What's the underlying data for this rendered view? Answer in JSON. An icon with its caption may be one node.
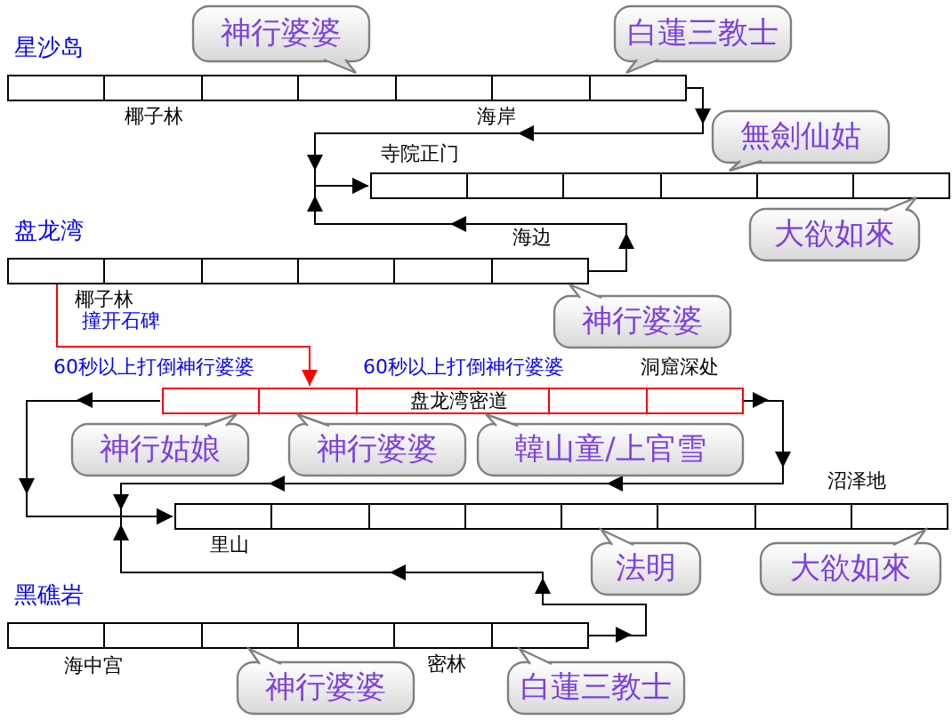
{
  "diagram": {
    "nodes": [
      {
        "text": [],
        "shape": "bar",
        "beside": [
          "星沙岛"
        ]
      },
      {
        "text": [
          "神行婆婆"
        ]
      },
      {
        "text": [
          "白蓮三教士"
        ]
      },
      {
        "text": [
          "無劍仙姑"
        ]
      },
      {
        "text": [],
        "shape": "bar"
      },
      {
        "text": [
          "大欲如來"
        ]
      },
      {
        "text": [],
        "shape": "bar",
        "beside": [
          "盘龙湾"
        ]
      },
      {
        "text": [
          "神行婆婆"
        ]
      },
      {
        "text": [
          "盘龙湾密道"
        ]
      },
      {
        "text": [
          "神行姑娘"
        ]
      },
      {
        "text": [
          "神行婆婆"
        ]
      },
      {
        "text": [
          "韓山童/上官雪"
        ]
      },
      {
        "text": [],
        "shape": "bar"
      },
      {
        "text": [
          "法明"
        ]
      },
      {
        "text": [
          "大欲如來"
        ]
      },
      {
        "text": [],
        "shape": "bar",
        "beside": [
          "黑礁岩"
        ]
      },
      {
        "text": [
          "神行婆婆"
        ]
      },
      {
        "text": [
          "白蓮三教士"
        ]
      }
    ],
    "edges": [
      {
        "from": 0,
        "to": 4,
        "arrow": "to"
      },
      {
        "from": 6,
        "to": 4,
        "arrow": "to"
      },
      {
        "from": 6,
        "to": 8,
        "arrow": "to",
        "label": "撞开石碑",
        "color": "#ff0000"
      },
      {
        "from": 8,
        "to": 12,
        "arrow": "to"
      },
      {
        "from": 8,
        "to": 12,
        "arrow": "to"
      },
      {
        "from": 15,
        "to": 12,
        "arrow": "to"
      }
    ],
    "labels": [
      "椰子林",
      "海岸",
      "寺院正门",
      "海边",
      "椰子林",
      "60秒以上打倒神行婆婆",
      "60秒以上打倒神行婆婆",
      "洞窟深处",
      "沼泽地",
      "里山",
      "海中宫",
      "密林"
    ]
  }
}
